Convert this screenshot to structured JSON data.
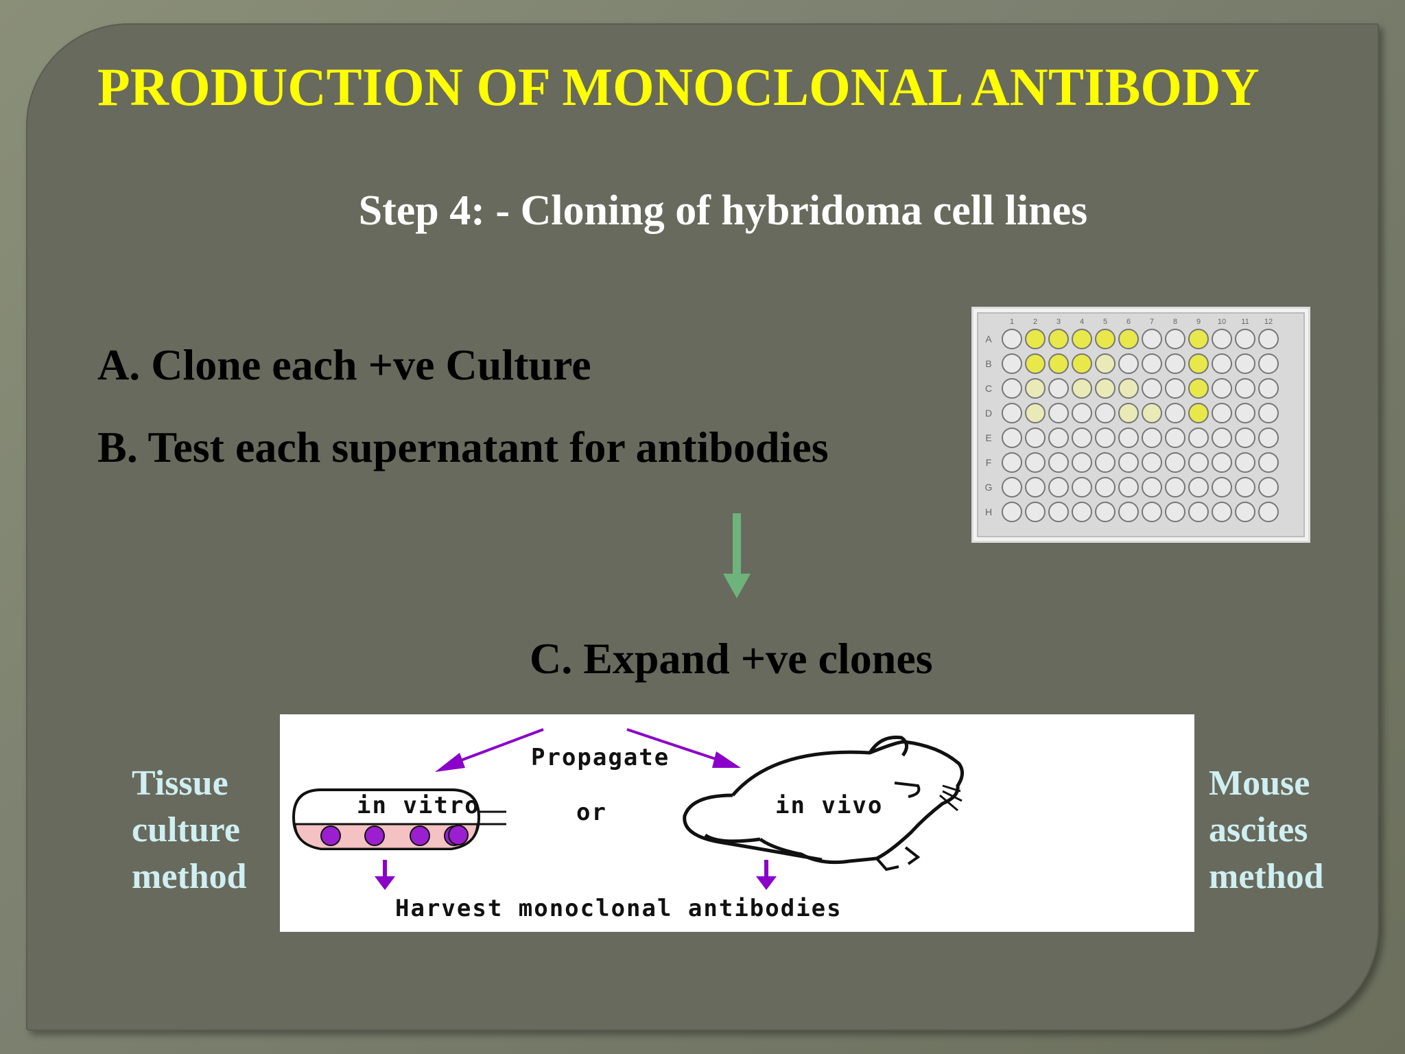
{
  "slide": {
    "title": "PRODUCTION OF MONOCLONAL ANTIBODY",
    "subtitle": "Step 4: - Cloning of hybridoma cell lines",
    "steps": {
      "a": "A. Clone each +ve Culture",
      "b": "B. Test each supernatant for antibodies",
      "c": "C. Expand +ve clones"
    },
    "left_label": [
      "Tissue",
      "culture",
      "method"
    ],
    "right_label": [
      "Mouse",
      "ascites",
      "method"
    ]
  },
  "plate": {
    "columns": [
      "1",
      "2",
      "3",
      "4",
      "5",
      "6",
      "7",
      "8",
      "9",
      "10",
      "11",
      "12"
    ],
    "rows": [
      "A",
      "B",
      "C",
      "D",
      "E",
      "F",
      "G",
      "H"
    ]
  },
  "diagram": {
    "propagate": "Propagate",
    "or": "or",
    "in_vitro": "in vitro",
    "in_vivo": "in vivo",
    "harvest": "Harvest monoclonal antibodies"
  },
  "colors": {
    "title": "#ffff00",
    "side_labels": "#cfeff2",
    "arrow_green": "#6db37b",
    "arrow_purple": "#8a00c8",
    "well_positive": "#e8e84a"
  }
}
